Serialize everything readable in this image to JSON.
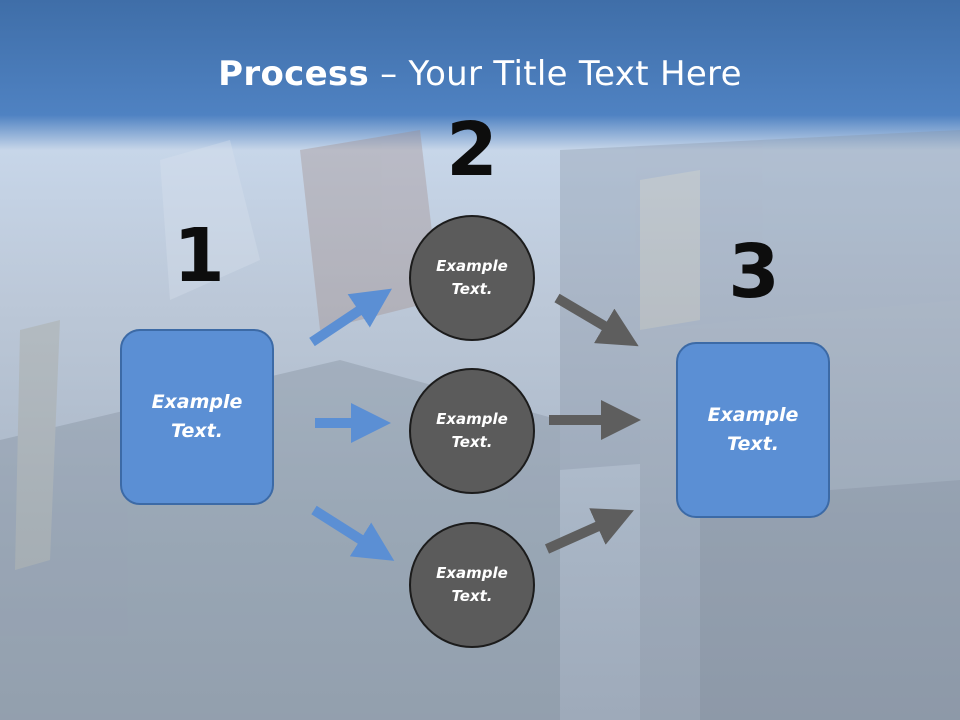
{
  "title": {
    "bold": "Process",
    "rest": " – Your Title Text Here"
  },
  "steps": [
    {
      "number": "1",
      "text_line1": "Example",
      "text_line2": "Text."
    },
    {
      "number": "2"
    },
    {
      "number": "3",
      "text_line1": "Example",
      "text_line2": "Text."
    }
  ],
  "circles": [
    {
      "text_line1": "Example",
      "text_line2": "Text."
    },
    {
      "text_line1": "Example",
      "text_line2": "Text."
    },
    {
      "text_line1": "Example",
      "text_line2": "Text."
    }
  ],
  "colors": {
    "box_fill": "#5b8fd4",
    "circle_fill": "#5b5b5b",
    "arrow_blue": "#5b8fd4",
    "arrow_gray": "#5e5e5e",
    "header": "#4f82c2"
  }
}
